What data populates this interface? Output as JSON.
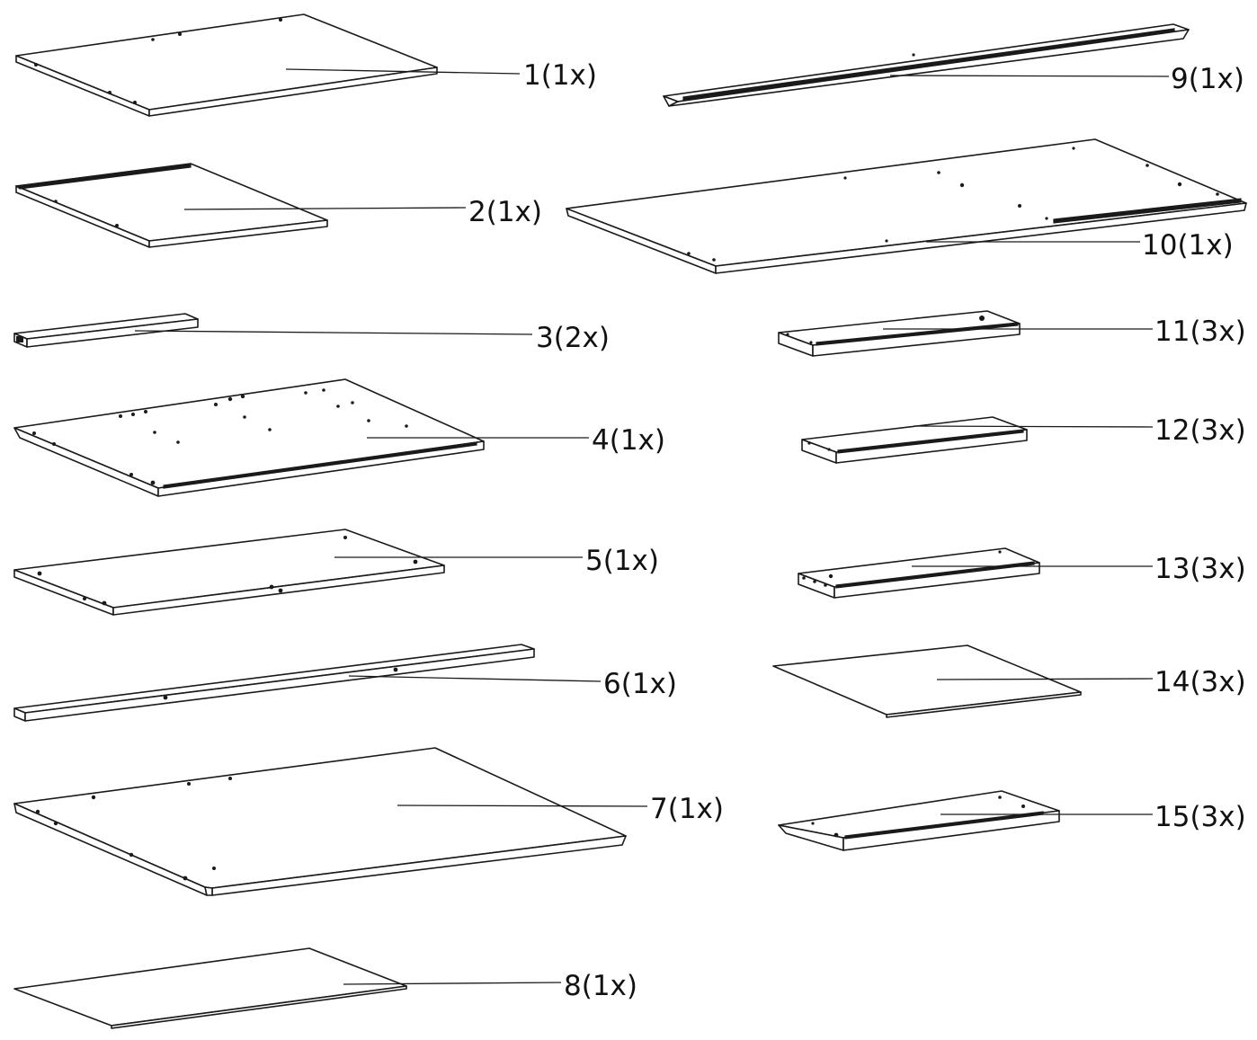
{
  "diagram_type": "furniture-parts-list",
  "colors": {
    "line": "#1a1a1a",
    "background": "#ffffff"
  },
  "parts": [
    {
      "id": 1,
      "label": "1(1x)",
      "quantity": 1
    },
    {
      "id": 2,
      "label": "2(1x)",
      "quantity": 1
    },
    {
      "id": 3,
      "label": "3(2x)",
      "quantity": 2
    },
    {
      "id": 4,
      "label": "4(1x)",
      "quantity": 1
    },
    {
      "id": 5,
      "label": "5(1x)",
      "quantity": 1
    },
    {
      "id": 6,
      "label": "6(1x)",
      "quantity": 1
    },
    {
      "id": 7,
      "label": "7(1x)",
      "quantity": 1
    },
    {
      "id": 8,
      "label": "8(1x)",
      "quantity": 1
    },
    {
      "id": 9,
      "label": "9(1x)",
      "quantity": 1
    },
    {
      "id": 10,
      "label": "10(1x)",
      "quantity": 1
    },
    {
      "id": 11,
      "label": "11(3x)",
      "quantity": 3
    },
    {
      "id": 12,
      "label": "12(3x)",
      "quantity": 3
    },
    {
      "id": 13,
      "label": "13(3x)",
      "quantity": 3
    },
    {
      "id": 14,
      "label": "14(3x)",
      "quantity": 3
    },
    {
      "id": 15,
      "label": "15(3x)",
      "quantity": 3
    }
  ]
}
